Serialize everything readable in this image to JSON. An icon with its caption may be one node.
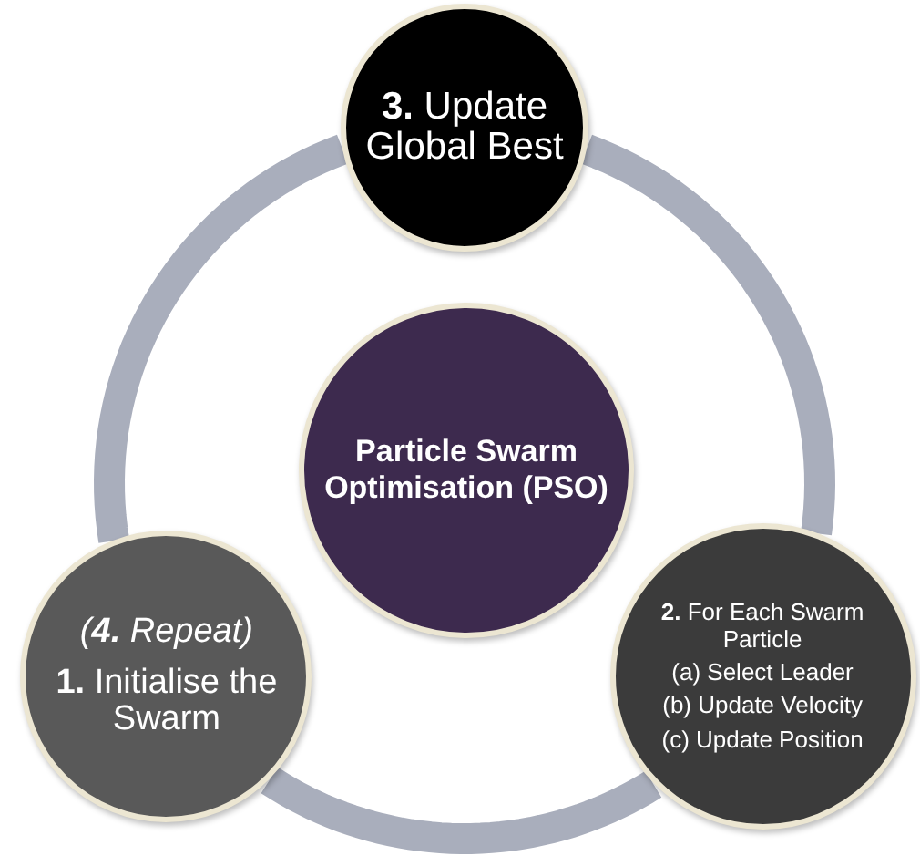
{
  "diagram": {
    "nodes": [
      {
        "text": [
          "**3.** Update Global Best"
        ]
      },
      {
        "text": [
          "Particle Swarm Optimisation (PSO)"
        ]
      },
      {
        "text": [
          "(**4.** Repeat)",
          "**1.** Initialise the Swarm"
        ]
      },
      {
        "text": [
          "**2.** For Each Swarm Particle",
          "(a) Select Leader",
          "(b) Update Velocity",
          "(c) Update Position"
        ]
      }
    ],
    "edges": [
      {
        "from": 0,
        "to": 2,
        "arrow": "none"
      },
      {
        "from": 2,
        "to": 3,
        "arrow": "none"
      },
      {
        "from": 3,
        "to": 0,
        "arrow": "none"
      }
    ]
  }
}
